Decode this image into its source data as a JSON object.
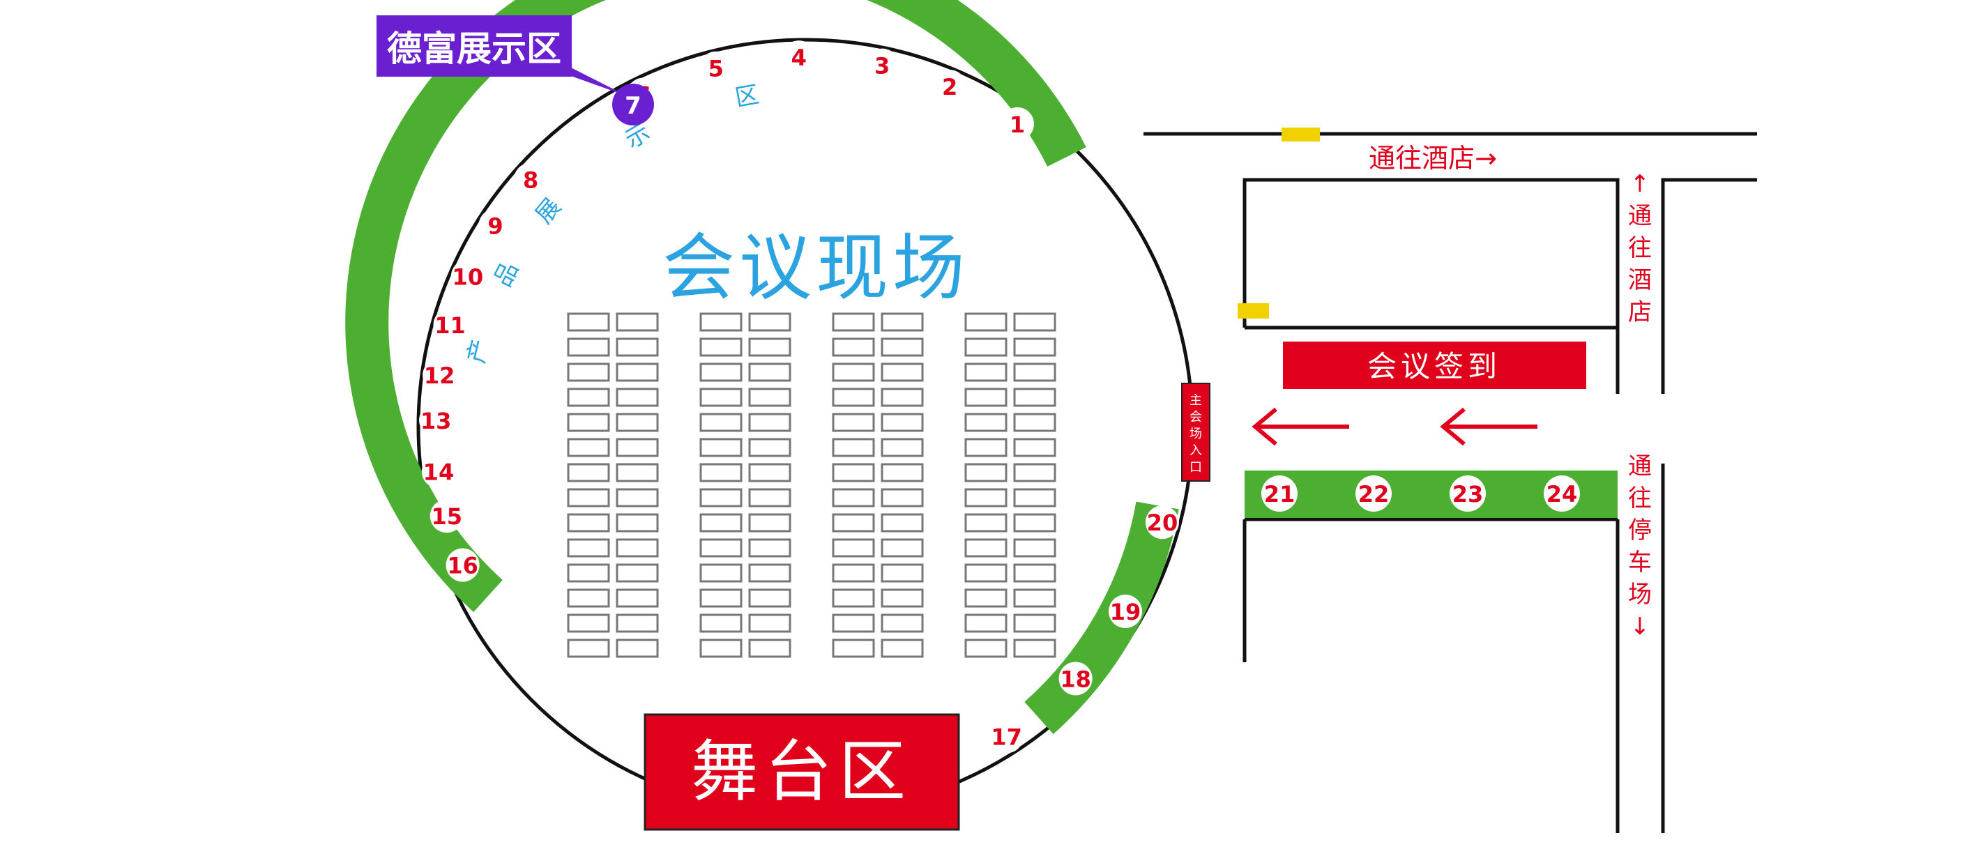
{
  "callout": {
    "label": "德富展示区",
    "booth": "7"
  },
  "venue": {
    "title": "会议现场",
    "arc_label_chars": [
      "产",
      "品",
      "展",
      "示",
      "区"
    ]
  },
  "stage": {
    "label": "舞台区"
  },
  "entrance": {
    "label": "主会场入口"
  },
  "checkin": {
    "label": "会议签到"
  },
  "directions": {
    "hotel_h": "通往酒店→",
    "hotel_v": "↑通往酒店",
    "parking_v": "通往停车场↓"
  },
  "booths": {
    "upper_arc": [
      "1",
      "2",
      "3",
      "4",
      "5",
      "6",
      "7",
      "8",
      "9",
      "10",
      "11",
      "12",
      "13",
      "14",
      "15",
      "16"
    ],
    "lower_arc": [
      "17",
      "18",
      "19",
      "20"
    ],
    "corridor": [
      "21",
      "22",
      "23",
      "24"
    ]
  },
  "colors": {
    "booth_band": "#4caf32",
    "booth_circle": "#ffffff",
    "booth_text": "#e0001b",
    "red_block": "#e0001b",
    "title_blue": "#2aa3e0",
    "callout_purple": "#6a1fd0",
    "line": "#111111",
    "seat": "#777777"
  }
}
